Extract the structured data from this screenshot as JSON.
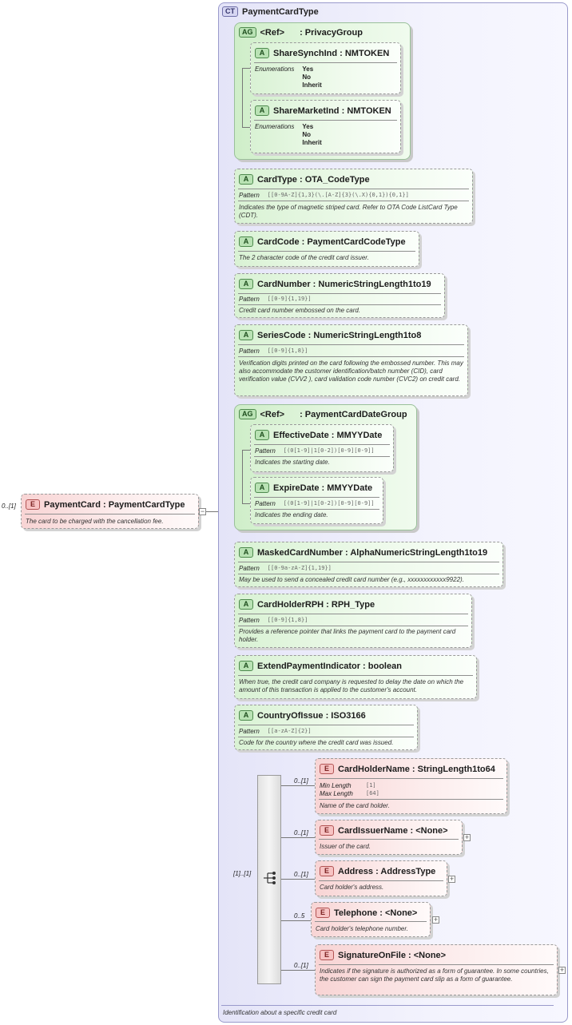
{
  "complex_type": {
    "badge": "CT",
    "name": "PaymentCardType",
    "description": "Identification about a specific credit card"
  },
  "root_element": {
    "badge": "E",
    "cardinality": "0..[1]",
    "name": "PaymentCard",
    "type": "PaymentCardType",
    "description": "The card to be charged with the cancellation fee."
  },
  "privacy_group": {
    "badge": "AG",
    "ref": "<Ref>",
    "name": ": PrivacyGroup",
    "attributes": [
      {
        "badge": "A",
        "name": "ShareSynchInd",
        "type": "NMTOKEN",
        "facet_label": "Enumerations",
        "values": [
          "Yes",
          "No",
          "Inherit"
        ]
      },
      {
        "badge": "A",
        "name": "ShareMarketInd",
        "type": "NMTOKEN",
        "facet_label": "Enumerations",
        "values": [
          "Yes",
          "No",
          "Inherit"
        ]
      }
    ]
  },
  "card_type": {
    "badge": "A",
    "name": "CardType",
    "type": "OTA_CodeType",
    "facet_label": "Pattern",
    "facet_value": "[[0-9A-Z]{1,3}(\\.[A-Z]{3}(\\.X){0,1}){0,1}]",
    "description": "Indicates the type of magnetic striped card. Refer to OTA Code ListCard Type (CDT)."
  },
  "card_code": {
    "badge": "A",
    "name": "CardCode",
    "type": "PaymentCardCodeType",
    "description": "The 2 character code of the credit card issuer."
  },
  "card_number": {
    "badge": "A",
    "name": "CardNumber",
    "type": "NumericStringLength1to19",
    "facet_label": "Pattern",
    "facet_value": "[[0-9]{1,19}]",
    "description": "Credit card number embossed on the card."
  },
  "series_code": {
    "badge": "A",
    "name": "SeriesCode",
    "type": "NumericStringLength1to8",
    "facet_label": "Pattern",
    "facet_value": "[[0-9]{1,8}]",
    "description": "Verification digits printed on the card following the embossed number. This may also accommodate the customer identification/batch number (CID), card verification value (CVV2 ), card validation code number (CVC2) on credit card."
  },
  "payment_card_date_group": {
    "badge": "AG",
    "ref": "<Ref>",
    "name": ": PaymentCardDateGroup",
    "attributes": [
      {
        "badge": "A",
        "name": "EffectiveDate",
        "type": "MMYYDate",
        "facet_label": "Pattern",
        "facet_value": "[(0[1-9]|1[0-2])[0-9][0-9]]",
        "description": "Indicates the starting date."
      },
      {
        "badge": "A",
        "name": "ExpireDate",
        "type": "MMYYDate",
        "facet_label": "Pattern",
        "facet_value": "[(0[1-9]|1[0-2])[0-9][0-9]]",
        "description": "Indicates the ending date."
      }
    ]
  },
  "masked_card_number": {
    "badge": "A",
    "name": "MaskedCardNumber",
    "type": "AlphaNumericStringLength1to19",
    "facet_label": "Pattern",
    "facet_value": "[[0-9a-zA-Z]{1,19}]",
    "description": "May be used to send a concealed credit card number (e.g., xxxxxxxxxxxx9922)."
  },
  "card_holder_rph": {
    "badge": "A",
    "name": "CardHolderRPH",
    "type": "RPH_Type",
    "facet_label": "Pattern",
    "facet_value": "[[0-9]{1,8}]",
    "description": "Provides a reference pointer that links the payment card to the payment card holder."
  },
  "extend_payment_indicator": {
    "badge": "A",
    "name": "ExtendPaymentIndicator",
    "type": "boolean",
    "description": "When true, the credit card company is requested to delay the date on which the amount of this transaction is applied to the customer's account."
  },
  "country_of_issue": {
    "badge": "A",
    "name": "CountryOfIssue",
    "type": "ISO3166",
    "facet_label": "Pattern",
    "facet_value": "[[a-zA-Z]{2}]",
    "description": "Code for the country where the credit card was issued."
  },
  "sequence": {
    "cardinality": "[1]..[1]",
    "elements": [
      {
        "badge": "E",
        "cardinality": "0..[1]",
        "name": "CardHolderName",
        "type": "StringLength1to64",
        "facets": [
          {
            "label": "Min Length",
            "value": "[1]"
          },
          {
            "label": "Max Length",
            "value": "[64]"
          }
        ],
        "description": "Name of the card holder."
      },
      {
        "badge": "E",
        "cardinality": "0..[1]",
        "name": "CardIssuerName",
        "type": "<None>",
        "description": "Issuer of the card."
      },
      {
        "badge": "E",
        "cardinality": "0..[1]",
        "name": "Address",
        "type": "AddressType",
        "description": "Card holder's address."
      },
      {
        "badge": "E",
        "cardinality": "0..5",
        "name": "Telephone",
        "type": "<None>",
        "description": "Card holder's telephone number."
      },
      {
        "badge": "E",
        "cardinality": "0..[1]",
        "name": "SignatureOnFile",
        "type": "<None>",
        "description": "Indicates if the signature is authorized as a form of guarantee. In some countries, the customer can sign the payment card slip as a form of guarantee."
      }
    ]
  },
  "symbols": {
    "expand": "+",
    "collapse": "−"
  }
}
